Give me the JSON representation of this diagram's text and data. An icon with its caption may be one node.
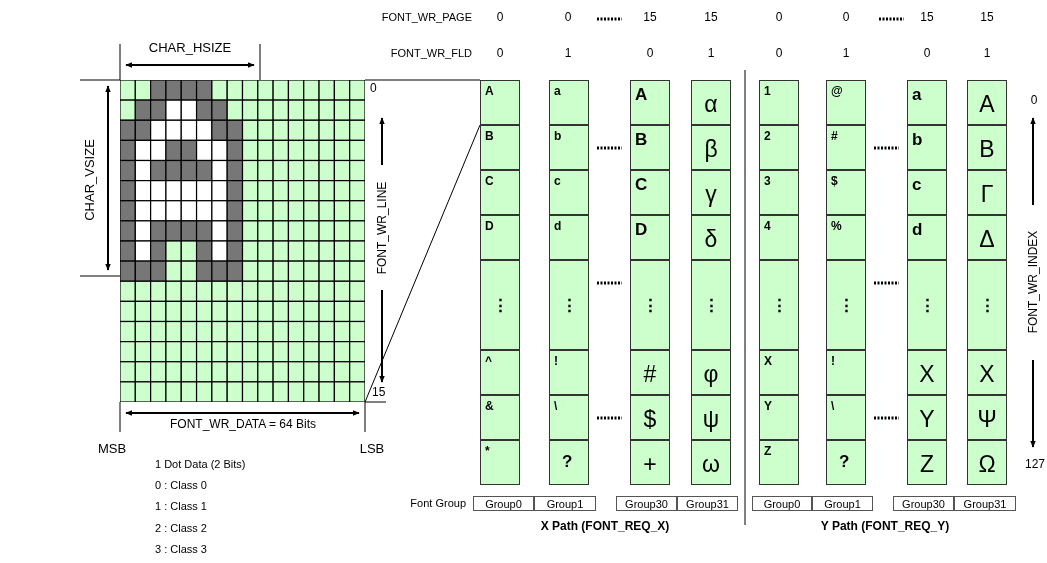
{
  "diagram": {
    "nodes": [
      {
        "text": [],
        "shape": "picture"
      },
      {
        "text": [
          "A"
        ]
      },
      {
        "text": [
          "B"
        ]
      },
      {
        "text": [
          "C"
        ]
      },
      {
        "text": [
          "D"
        ]
      },
      {
        "text": [
          "⋮"
        ]
      },
      {
        "text": [
          "^"
        ]
      },
      {
        "text": [
          "&"
        ]
      },
      {
        "text": [
          "*"
        ]
      },
      {
        "text": [
          "a"
        ]
      },
      {
        "text": [
          "b"
        ]
      },
      {
        "text": [
          "c"
        ]
      },
      {
        "text": [
          "d"
        ]
      },
      {
        "text": [
          "⋮"
        ]
      },
      {
        "text": [
          "!"
        ]
      },
      {
        "text": [
          "\\"
        ]
      },
      {
        "text": [
          "?"
        ]
      },
      {
        "text": [
          "A"
        ]
      },
      {
        "text": [
          "B"
        ]
      },
      {
        "text": [
          "C"
        ]
      },
      {
        "text": [
          "D"
        ]
      },
      {
        "text": [
          "⋮"
        ]
      },
      {
        "text": [
          "#"
        ]
      },
      {
        "text": [
          "$"
        ]
      },
      {
        "text": [
          "+"
        ]
      },
      {
        "text": [
          "α"
        ]
      },
      {
        "text": [
          "β"
        ]
      },
      {
        "text": [
          "γ"
        ]
      },
      {
        "text": [
          "δ"
        ]
      },
      {
        "text": [
          "⋮"
        ]
      },
      {
        "text": [
          "φ"
        ]
      },
      {
        "text": [
          "ψ"
        ]
      },
      {
        "text": [
          "ω"
        ]
      },
      {
        "text": [
          "1"
        ]
      },
      {
        "text": [
          "2"
        ]
      },
      {
        "text": [
          "3"
        ]
      },
      {
        "text": [
          "4"
        ]
      },
      {
        "text": [
          "⋮"
        ]
      },
      {
        "text": [
          "X"
        ]
      },
      {
        "text": [
          "Y"
        ]
      },
      {
        "text": [
          "Z"
        ]
      },
      {
        "text": [
          "@"
        ]
      },
      {
        "text": [
          "#"
        ]
      },
      {
        "text": [
          "$"
        ]
      },
      {
        "text": [
          "%"
        ]
      },
      {
        "text": [
          "⋮"
        ]
      },
      {
        "text": [
          "!"
        ]
      },
      {
        "text": [
          "\\"
        ]
      },
      {
        "text": [
          "?"
        ]
      },
      {
        "text": [
          "a"
        ]
      },
      {
        "text": [
          "b"
        ]
      },
      {
        "text": [
          "c"
        ]
      },
      {
        "text": [
          "d"
        ]
      },
      {
        "text": [
          "⋮"
        ]
      },
      {
        "text": [
          "X"
        ]
      },
      {
        "text": [
          "Y"
        ]
      },
      {
        "text": [
          "Z"
        ]
      },
      {
        "text": [
          "Α"
        ]
      },
      {
        "text": [
          "Β"
        ]
      },
      {
        "text": [
          "Γ"
        ]
      },
      {
        "text": [
          "Δ"
        ]
      },
      {
        "text": [
          "⋮"
        ]
      },
      {
        "text": [
          "Χ"
        ]
      },
      {
        "text": [
          "Ψ"
        ]
      },
      {
        "text": [
          "Ω"
        ]
      },
      {
        "text": [
          "Group0"
        ]
      },
      {
        "text": [
          "Group1"
        ]
      },
      {
        "text": [
          "Group30"
        ]
      },
      {
        "text": [
          "Group31"
        ]
      },
      {
        "text": [
          "Group0"
        ]
      },
      {
        "text": [
          "Group1"
        ]
      },
      {
        "text": [
          "Group30"
        ]
      },
      {
        "text": [
          "Group31"
        ]
      }
    ],
    "edges": [
      {
        "from": 0,
        "to": 1,
        "arrow": "none"
      },
      {
        "from": 0,
        "to": 1,
        "arrow": "none"
      }
    ],
    "labels": [
      "FONT_WR_PAGE",
      "0",
      "0",
      "15",
      "15",
      "0",
      "0",
      "15",
      "15",
      "FONT_WR_FLD",
      "0",
      "1",
      "0",
      "1",
      "0",
      "1",
      "0",
      "1",
      "CHAR_HSIZE",
      "0",
      "0",
      "CHAR_VSIZE",
      "FONT_WR_LINE",
      "FONT_WR_INDEX",
      "15",
      "FONT_WR_DATA = 64 Bits",
      "MSB",
      "LSB",
      "1 Dot Data (2 Bits)",
      "127",
      "0 : Class 0",
      "1 : Class 1",
      "2 : Class 2",
      "3 : Class 3",
      "Font Group",
      "X Path (FONT_REQ_X)",
      "Y Path (FONT_REQ_Y)"
    ]
  }
}
